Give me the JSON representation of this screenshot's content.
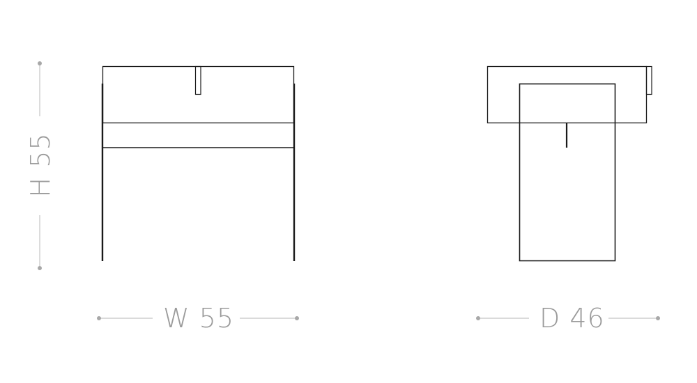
{
  "drawing": {
    "type": "furniture-dimension-diagram",
    "views": [
      "front",
      "side"
    ],
    "line_color": "#1a1a1a",
    "dimension_color": "#9b9b9b"
  },
  "dimensions": {
    "height_label": "H 55",
    "width_label": "W 55",
    "depth_label": "D 46"
  },
  "values": {
    "height": 55,
    "width": 55,
    "depth": 46
  }
}
